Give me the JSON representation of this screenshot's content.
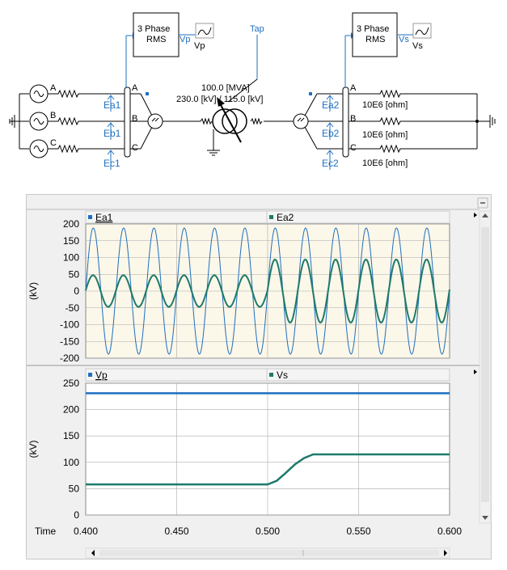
{
  "schematic": {
    "source_phases": [
      "A",
      "B",
      "C"
    ],
    "primary_bus_phases": [
      "A",
      "B",
      "C"
    ],
    "secondary_bus_phases": [
      "A",
      "B",
      "C"
    ],
    "primary_meters": [
      "Ea1",
      "Eb1",
      "Ec1"
    ],
    "secondary_meters": [
      "Ea2",
      "Eb2",
      "Ec2"
    ],
    "rms_block_left": {
      "line1": "3 Phase",
      "line2": "RMS",
      "output": "Vp",
      "signal": "Vp"
    },
    "rms_block_right": {
      "line1": "3 Phase",
      "line2": "RMS",
      "output": "Vs",
      "signal": "Vs"
    },
    "tap_label": "Tap",
    "transformer_rating": "100.0 [MVA]",
    "transformer_voltage": "230.0 [kV] / 115.0 [kV]",
    "load_resistors": [
      "10E6 [ohm]",
      "10E6 [ohm]",
      "10E6 [ohm]"
    ]
  },
  "plot_panel": {
    "time_label": "Time",
    "colors": {
      "series1": "#1f6fc0",
      "series2": "#1e7a6a",
      "grid": "#aaaaaa",
      "bg_upper": "#fbf7e9",
      "bg_lower": "#ffffff"
    }
  },
  "chart_data": [
    {
      "type": "line",
      "ylabel": "(kV)",
      "ylim": [
        -200,
        200
      ],
      "yticks": [
        200,
        150,
        100,
        50,
        0,
        -50,
        -100,
        -150,
        -200
      ],
      "xlim": [
        0.4,
        0.6
      ],
      "grid": true,
      "legend_position": "top",
      "series": [
        {
          "name": "Ea1",
          "frequency_hz": 60,
          "amplitude_kv": 188,
          "description": "sinusoid constant amplitude"
        },
        {
          "name": "Ea2",
          "frequency_hz": 60,
          "amplitude_before_kv": 47,
          "amplitude_after_kv": 94,
          "step_time_s": 0.5
        }
      ]
    },
    {
      "type": "line",
      "ylabel": "(kV)",
      "ylim": [
        0,
        250
      ],
      "yticks": [
        250,
        200,
        150,
        100,
        50,
        0
      ],
      "xlim": [
        0.4,
        0.6
      ],
      "xticks": [
        "0.400",
        "0.450",
        "0.500",
        "0.550",
        "0.600"
      ],
      "grid": true,
      "legend_position": "top",
      "series": [
        {
          "name": "Vp",
          "x": [
            0.4,
            0.6
          ],
          "y": [
            231,
            231
          ]
        },
        {
          "name": "Vs",
          "x": [
            0.4,
            0.5,
            0.505,
            0.51,
            0.515,
            0.52,
            0.525,
            0.6
          ],
          "y": [
            58,
            58,
            65,
            80,
            96,
            108,
            115,
            115
          ]
        }
      ]
    }
  ]
}
